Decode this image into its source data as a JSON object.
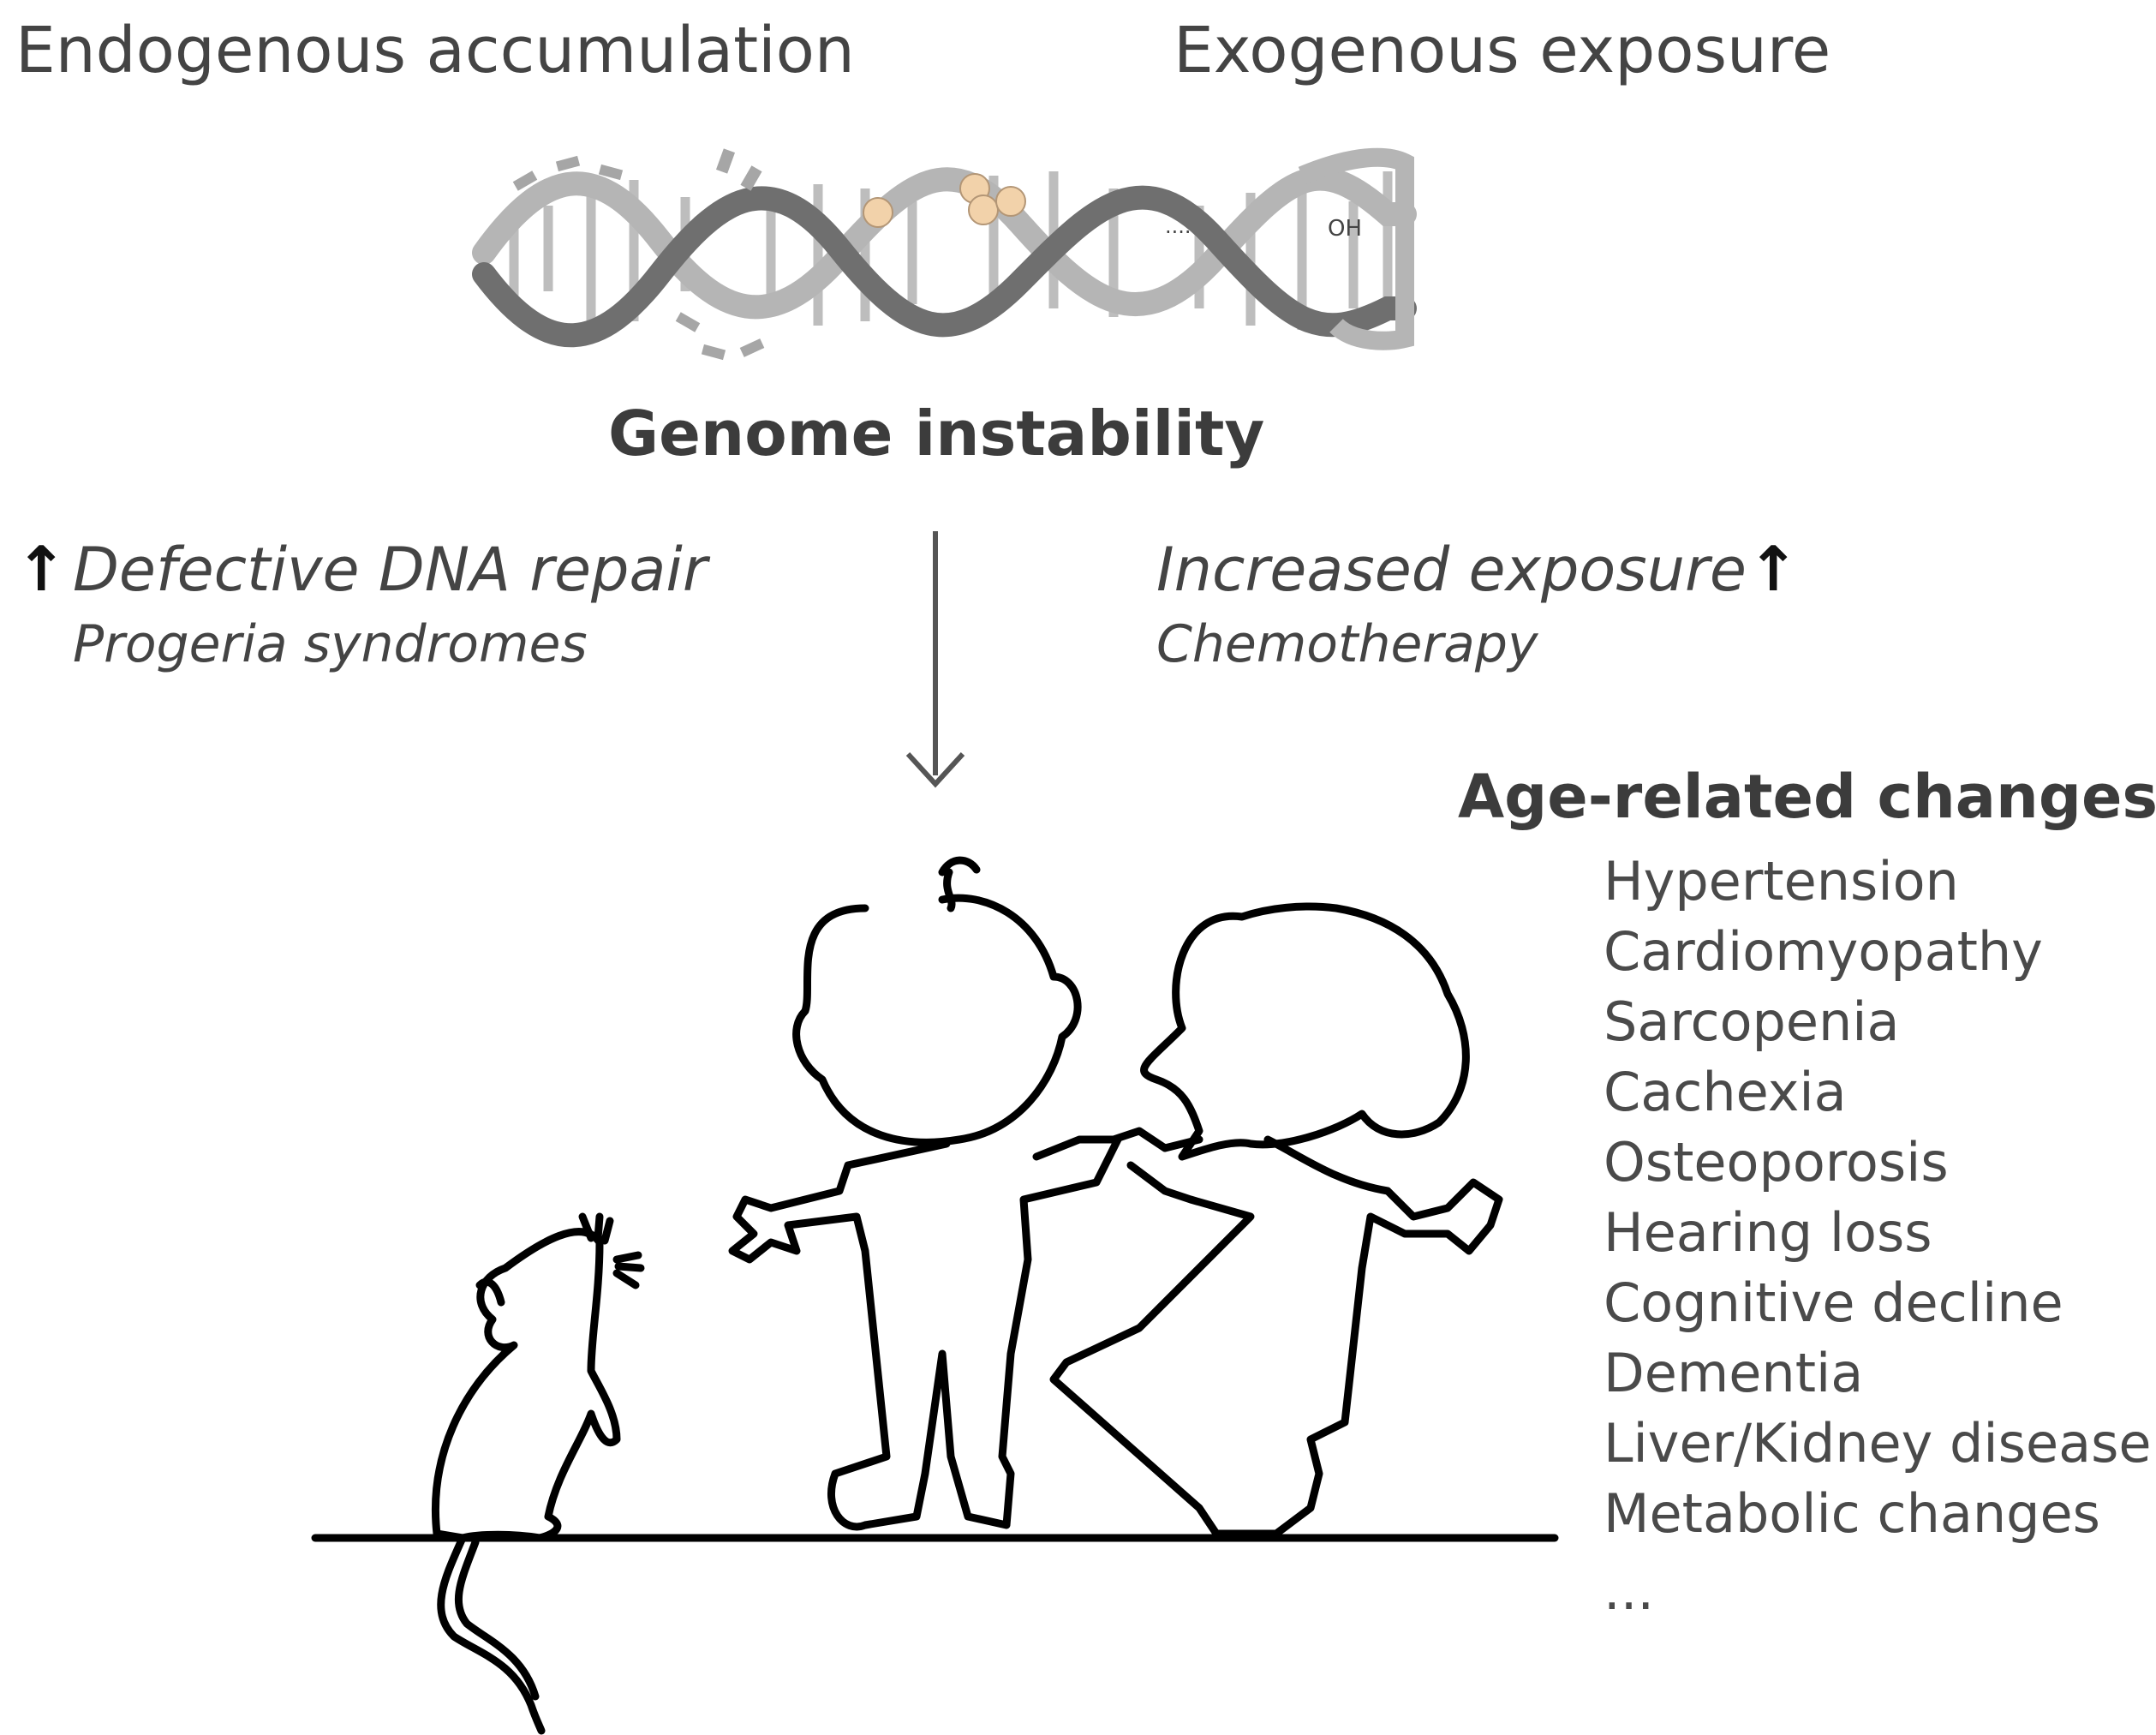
{
  "top": {
    "left_label": "Endogenous accumulation",
    "right_label": "Exogenous exposure"
  },
  "dna": {
    "oh_label": "OH",
    "dots_label": "...."
  },
  "center_title": "Genome instability",
  "left_modifier": {
    "arrow_glyph": "↑",
    "title": "Defective DNA repair",
    "subtitle": "Progeria syndromes"
  },
  "right_modifier": {
    "arrow_glyph": "↑",
    "title": "Increased exposure",
    "subtitle": "Chemotherapy"
  },
  "age_changes": {
    "title": "Age-related changes",
    "items": [
      "Hypertension",
      "Cardiomyopathy",
      "Sarcopenia",
      "Cachexia",
      "Osteoporosis",
      "Hearing loss",
      "Cognitive decline",
      "Dementia",
      "Liver/Kidney disease",
      "Metabolic changes",
      "..."
    ]
  },
  "colors": {
    "dna_dark": "#6e6e6e",
    "dna_light": "#b3b3b3",
    "adduct": "#f3d3ad",
    "outline": "#000000",
    "text": "#444444"
  }
}
